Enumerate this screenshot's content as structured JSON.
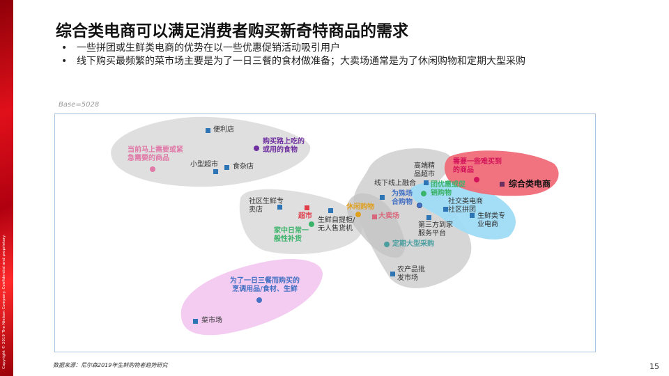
{
  "copyright": "Copyright © 2019 The Nielsen Company. Confidential and proprietary.",
  "title": "综合类电商可以满足消费者购买新奇特商品的需求",
  "bullets": [
    "一些拼团或生鲜类电商的优势在以一些优惠促销活动吸引用户",
    "线下购买最频繁的菜市场主要是为了一日三餐的食材做准备；大卖场通常是为了休闲购物和定期大型采购"
  ],
  "bullet_marker": "•",
  "base": "Base=5028",
  "map": {
    "channels": [
      "便利店",
      "小型超市",
      "食杂店",
      "社区生鲜专\n卖店",
      "超市",
      "生鲜自提柜/\n无人售货机",
      "大卖场",
      "线下线上融合",
      "高端精\n品超市",
      "社交类电商\n社区拼团",
      "生鲜类专\n业电商",
      "第三方到家\n服务平台",
      "农产品批\n发市场",
      "综合类电商",
      "菜市场"
    ],
    "occasions": [
      "购买路上吃的\n或用的食物",
      "当前马上需要或紧\n急需要的商品",
      "家中日常一\n般性补货",
      "休闲购物",
      "团优惠或促\n销购物",
      "为殊场\n合购物",
      "定期大型采购",
      "需要一些难买到\n的商品",
      "为了一日三餐而购买的\n烹调用品/食材、生鲜"
    ],
    "colors": {
      "channel": "#2e75b6",
      "supermarket": "#e03c4a",
      "hypermarket": "#d9667a",
      "ecommerce": "#6b2f5c",
      "purple": "#7030a0",
      "pink": "#e07aa8",
      "green": "#3bb36a",
      "orange": "#e0a020",
      "blue": "#4472c4",
      "teal": "#4a9ea0",
      "magenta": "#d4145a",
      "pinkblob": "#f06b78",
      "cyanblob": "#9fdcf5",
      "purpleblob": "#f3c8f0",
      "greyblob": "#d9d9d9"
    }
  },
  "source": "数据来源：尼尔森2019年生鲜购物者趋势研究",
  "page_number": "15"
}
